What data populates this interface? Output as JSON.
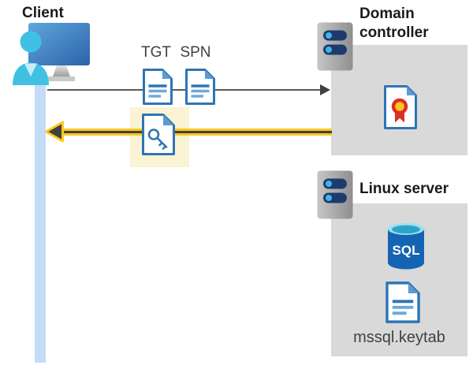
{
  "client": {
    "label": "Client",
    "icon": "client-user-monitor-icon"
  },
  "flow": {
    "tgt_label": "TGT",
    "spn_label": "SPN",
    "tgt_icon": "document-icon",
    "spn_icon": "document-icon",
    "response_ticket_icon": "key-document-icon",
    "request_arrow": {
      "direction": "right",
      "color": "#595959"
    },
    "response_arrow": {
      "direction": "left",
      "color": "#ffc81e",
      "core_color": "#404040"
    },
    "highlight_color": "#faf3d4"
  },
  "domain_controller": {
    "label": "Domain controller",
    "server_icon": "server-icon",
    "content_icon": "certificate-icon"
  },
  "linux_server": {
    "label": "Linux server",
    "sql_label": "SQL",
    "sql_icon": "sql-database-icon",
    "keytab_icon": "document-icon",
    "keytab_label": "mssql.keytab"
  },
  "colors": {
    "panel_gray": "#d9d9d9",
    "lifeline_blue": "#c5dcf7",
    "doc_border_blue": "#2e75b6",
    "doc_line_blue": "#6fa8dc",
    "highlight_yellow": "#faf3d4",
    "arrow_yellow": "#ffc81e",
    "arrow_gray": "#595959",
    "arrow_dark": "#404040",
    "sql_body_blue": "#1464b3",
    "sql_top_teal": "#2aa5c9",
    "person_cyan": "#40c1e3",
    "ribbon_red": "#d93025",
    "medal_yellow": "#ffc51f",
    "server_pill_navy": "#1e3a6e",
    "text_dark": "#1a1a1a",
    "text_gray": "#404040"
  }
}
